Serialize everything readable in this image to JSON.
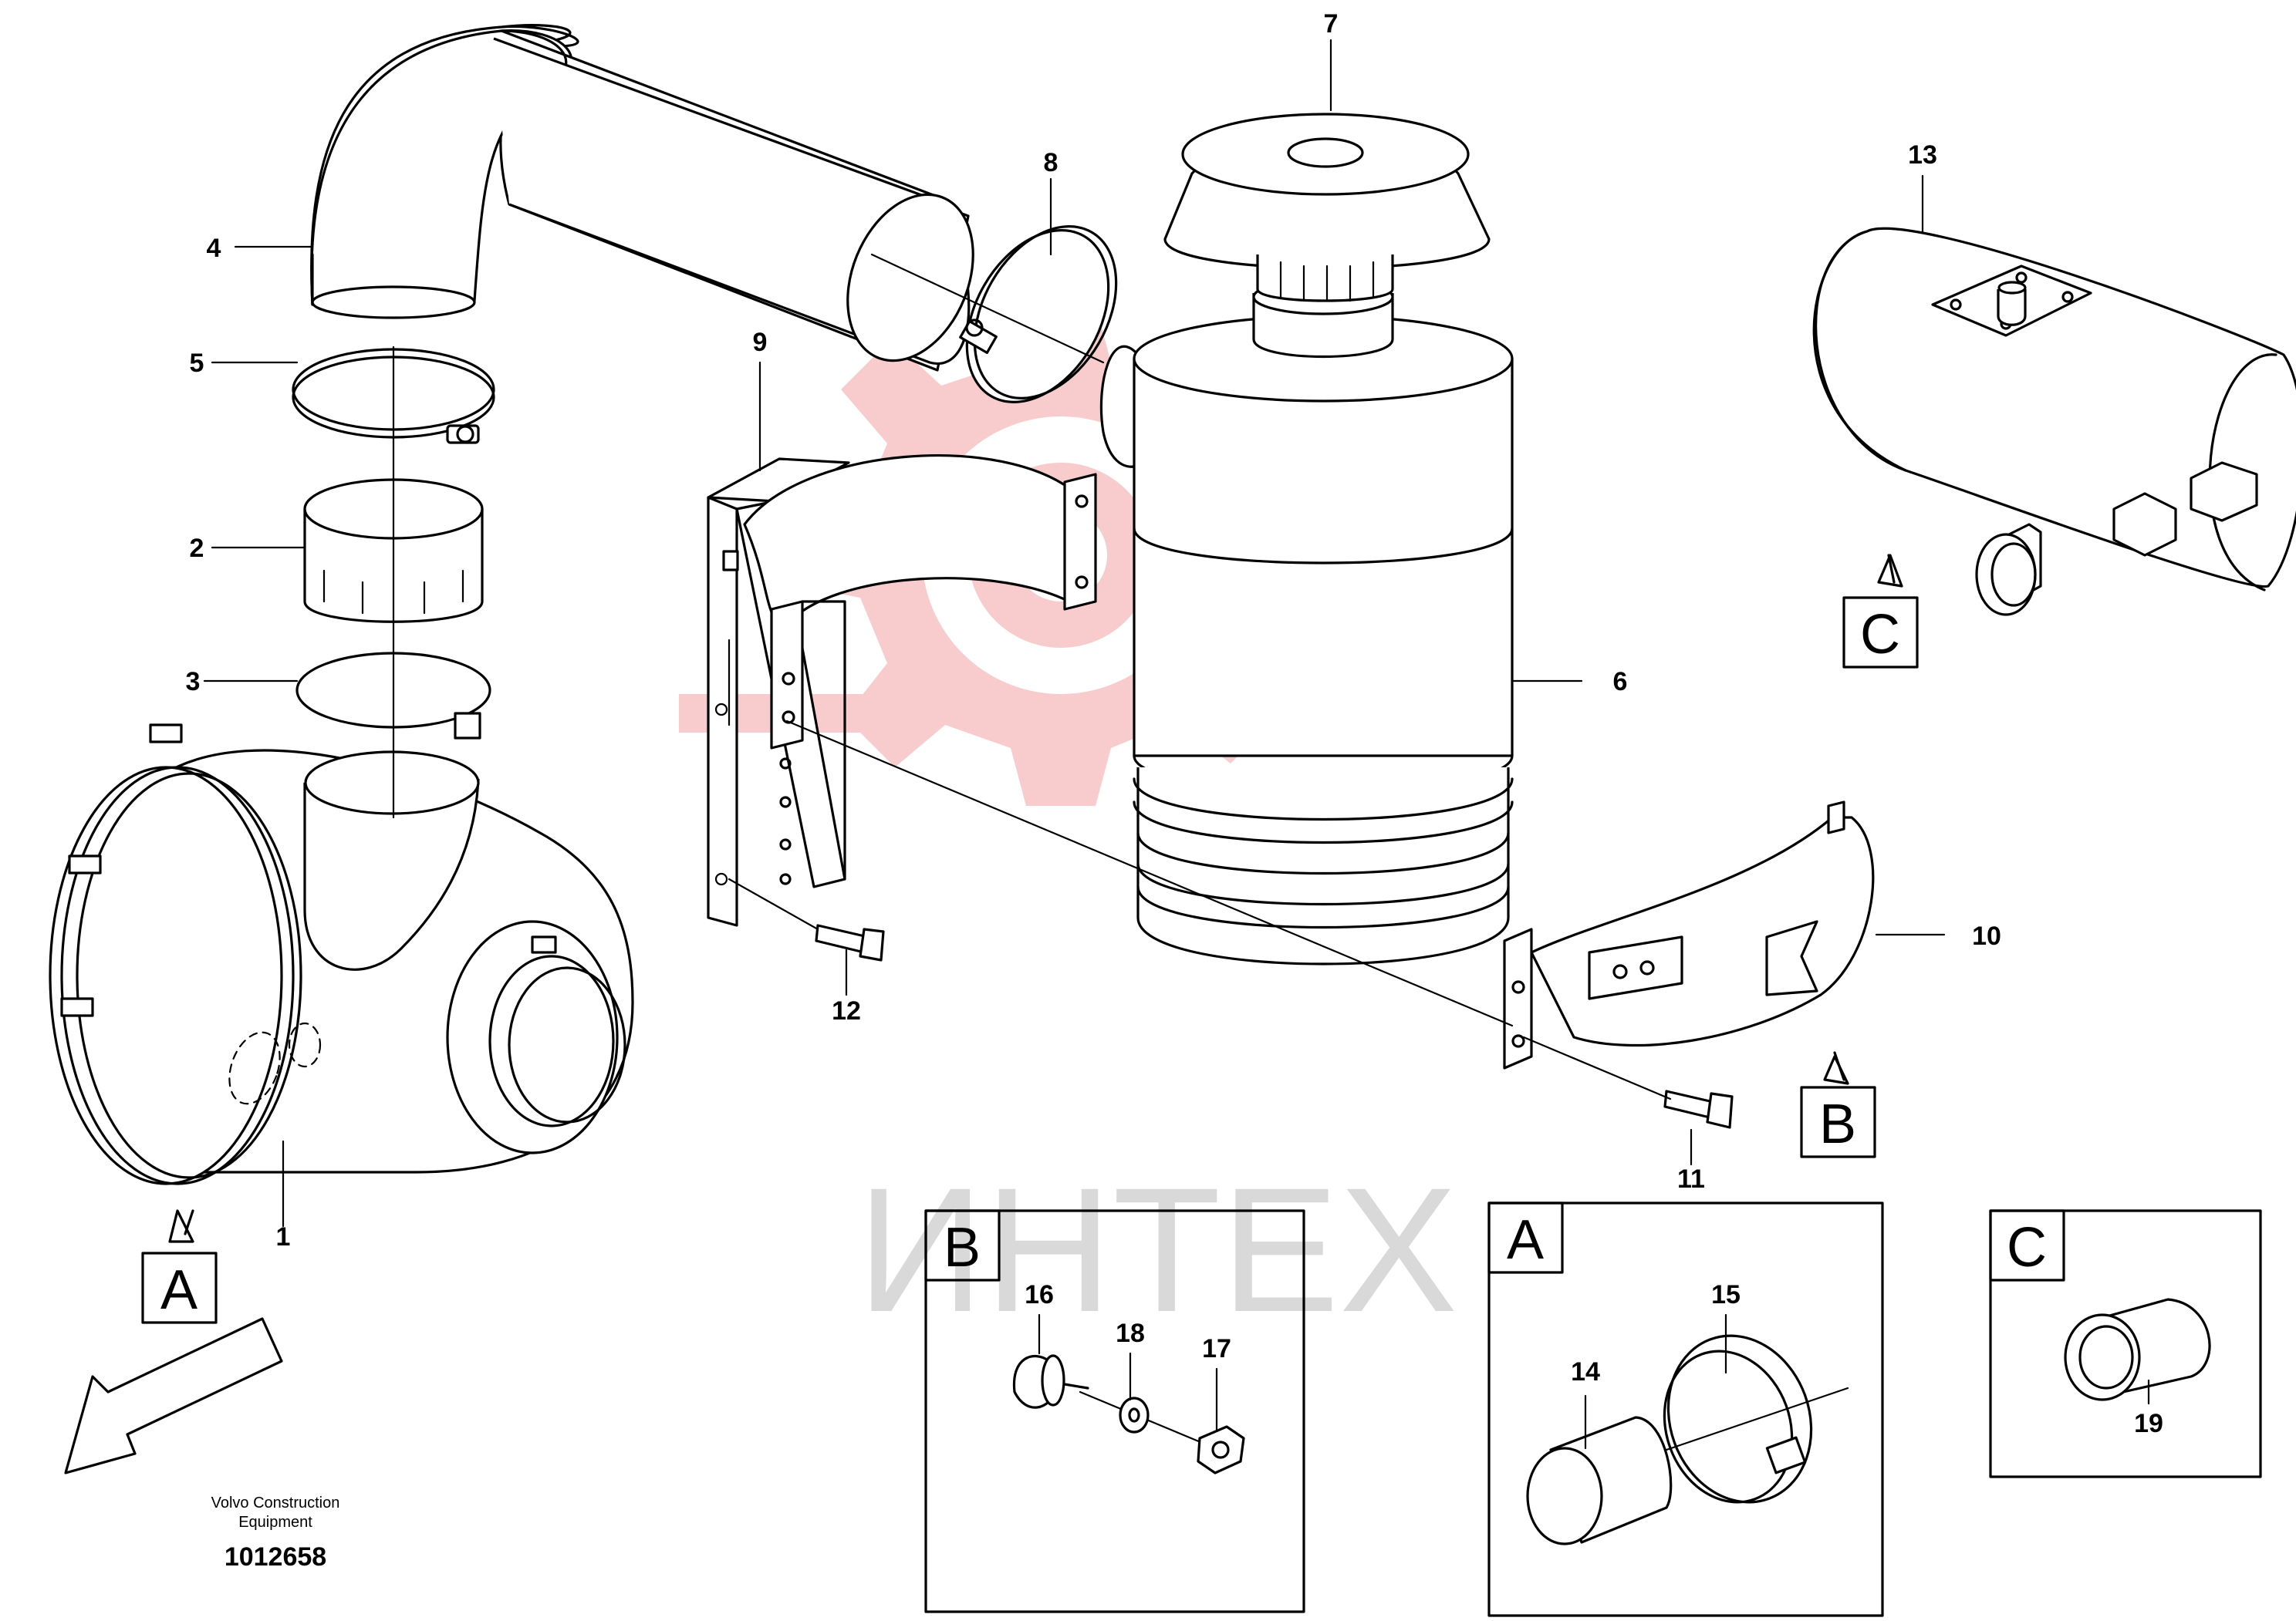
{
  "watermark": {
    "text": "ИНТЕХ",
    "logo_color": "#f2a0a0",
    "text_color": "#d8d8d8"
  },
  "parts": {
    "p1": "1",
    "p2": "2",
    "p3": "3",
    "p4": "4",
    "p5": "5",
    "p6": "6",
    "p7": "7",
    "p8": "8",
    "p9": "9",
    "p10": "10",
    "p11": "11",
    "p12": "12",
    "p13": "13",
    "p14": "14",
    "p15": "15",
    "p16": "16",
    "p17": "17",
    "p18": "18",
    "p19": "19"
  },
  "view_markers": {
    "a": "A",
    "b": "B",
    "c": "C"
  },
  "detail_views": {
    "b_title": "B",
    "a_title": "A",
    "c_title": "C"
  },
  "footer": {
    "company_line1": "Volvo Construction",
    "company_line2": "Equipment",
    "drawing_number": "1012658"
  }
}
